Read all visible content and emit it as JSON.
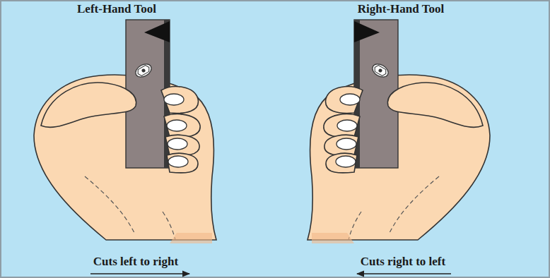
{
  "diagram": {
    "labels": [
      "Left-Hand Tool",
      "Right-Hand Tool",
      "Cuts left to right",
      "Cuts right to left"
    ]
  }
}
